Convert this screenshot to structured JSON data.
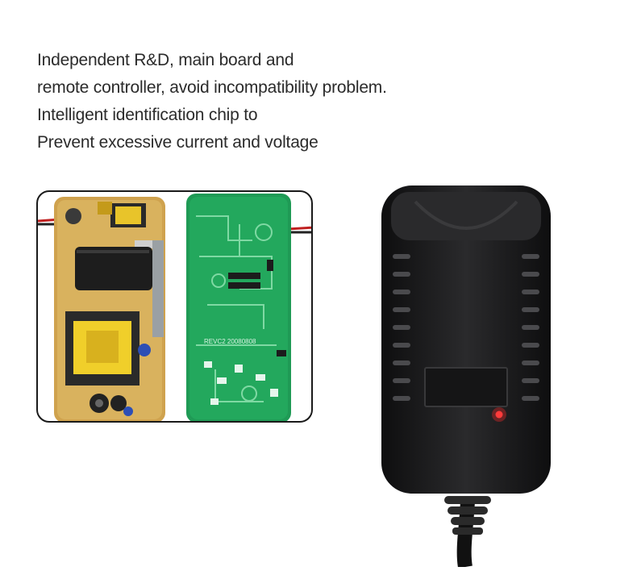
{
  "caption": {
    "lines": [
      "Independent R&D, main board and",
      "remote controller, avoid incompatibility problem.",
      "Intelligent identification chip to",
      "Prevent excessive current and voltage"
    ]
  },
  "boards": {
    "board_marking": "REVC2 20080808"
  },
  "colors": {
    "pcb_green": "#1f9a55",
    "pcb_yellow": "#d7b25a",
    "adapter_body": "#1d1d1f",
    "led": "#ff2a2a"
  }
}
